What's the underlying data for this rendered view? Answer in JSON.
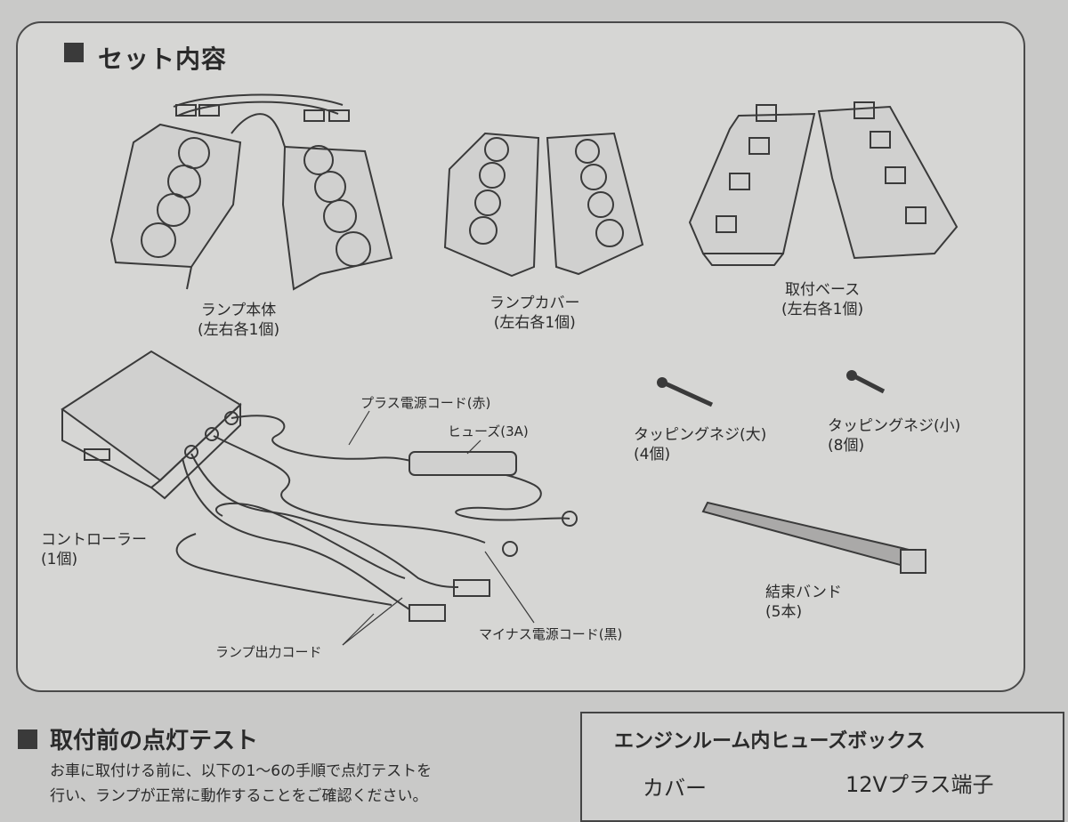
{
  "set_contents": {
    "title": "セット内容",
    "items": {
      "lamp_body": {
        "name": "ランプ本体",
        "qty": "(左右各1個)"
      },
      "lamp_cover": {
        "name": "ランプカバー",
        "qty": "(左右各1個)"
      },
      "mount_base": {
        "name": "取付ベース",
        "qty": "(左右各1個)"
      },
      "plus_cord": {
        "name": "プラス電源コード(赤)"
      },
      "fuse": {
        "name": "ヒューズ(3A)"
      },
      "screw_large": {
        "name": "タッピングネジ(大)",
        "qty": "(4個)"
      },
      "screw_small": {
        "name": "タッピングネジ(小)",
        "qty": "(8個)"
      },
      "controller": {
        "name": "コントローラー",
        "qty": "(1個)"
      },
      "cable_tie": {
        "name": "結束バンド",
        "qty": "(5本)"
      },
      "minus_cord": {
        "name": "マイナス電源コード(黒)"
      },
      "lamp_output_cord": {
        "name": "ランプ出力コード"
      }
    }
  },
  "lighting_test": {
    "title": "取付前の点灯テスト",
    "line1": "お車に取付ける前に、以下の1～6の手順で点灯テストを",
    "line2": "行い、ランプが正常に動作することをご確認ください。"
  },
  "fuse_box": {
    "title": "エンジンルーム内ヒューズボックス",
    "cover_label": "カバー",
    "terminal_label": "12Vプラス端子"
  }
}
